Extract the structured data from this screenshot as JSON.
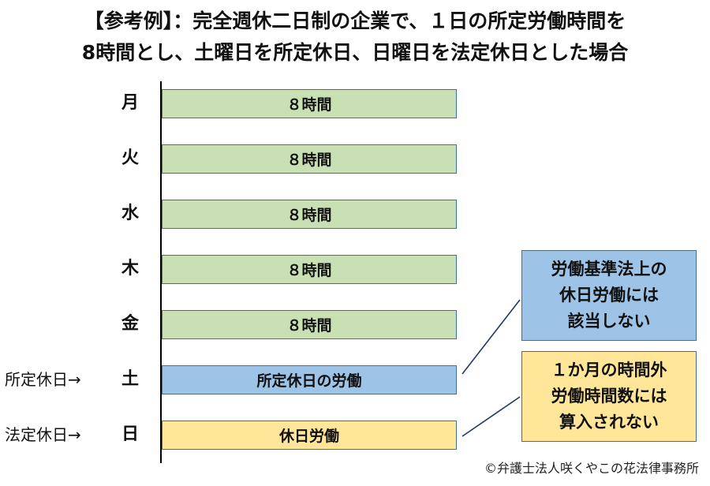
{
  "title": {
    "line1": "【参考例】：完全週休二日制の企業で、１日の所定労働時間を",
    "line2": "8時間とし、土曜日を所定休日、日曜日を法定休日とした場合"
  },
  "rows": [
    {
      "day": "月",
      "side_label": "",
      "bar_label": "８時間",
      "kind": "work"
    },
    {
      "day": "火",
      "side_label": "",
      "bar_label": "８時間",
      "kind": "work"
    },
    {
      "day": "水",
      "side_label": "",
      "bar_label": "８時間",
      "kind": "work"
    },
    {
      "day": "木",
      "side_label": "",
      "bar_label": "８時間",
      "kind": "work"
    },
    {
      "day": "金",
      "side_label": "",
      "bar_label": "８時間",
      "kind": "work"
    },
    {
      "day": "土",
      "side_label": "所定休日→",
      "bar_label": "所定休日の労働",
      "kind": "prescribed-holiday"
    },
    {
      "day": "日",
      "side_label": "法定休日→",
      "bar_label": "休日労働",
      "kind": "statutory-holiday"
    }
  ],
  "notes": {
    "saturday": [
      "労働基準法上の",
      "休日労働には",
      "該当しない"
    ],
    "sunday": [
      "１か月の時間外",
      "労働時間数には",
      "算入されない"
    ]
  },
  "colors": {
    "work": "#c8e0b4",
    "prescribed_holiday": "#9dc3e6",
    "statutory_holiday": "#ffe699",
    "border": "#3d6ea5"
  },
  "credit": "©弁護士法人咲くやこの花法律事務所"
}
